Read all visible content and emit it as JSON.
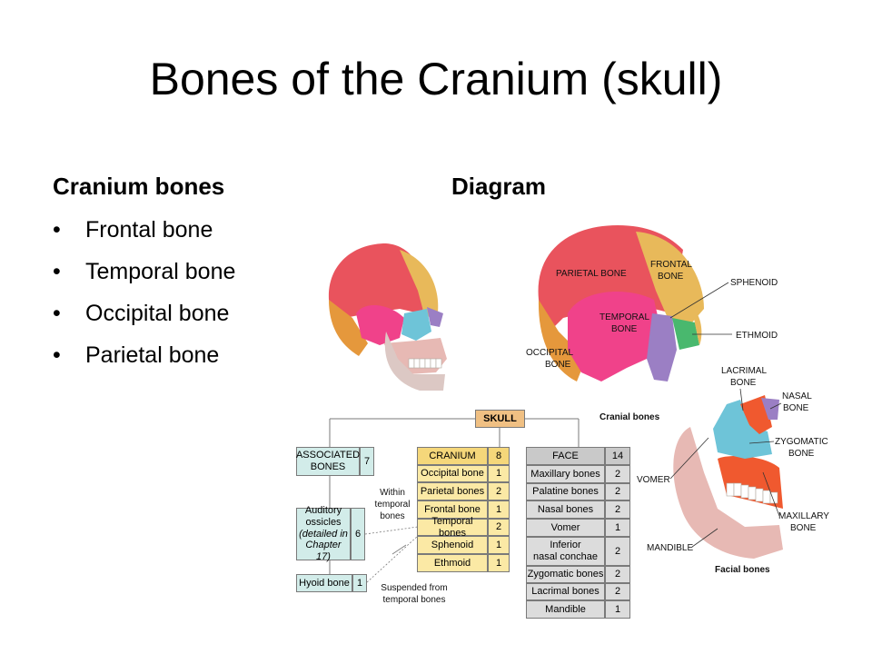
{
  "title": "Bones of the Cranium (skull)",
  "left_heading": "Cranium bones",
  "right_heading": "Diagram",
  "bullets": [
    "Frontal bone",
    "Temporal bone",
    "Occipital bone",
    "Parietal bone"
  ],
  "skull_labels": {
    "parietal": "PARIETAL BONE",
    "frontal_1": "FRONTAL",
    "frontal_2": "BONE",
    "sphenoid": "SPHENOID",
    "temporal_1": "TEMPORAL",
    "temporal_2": "BONE",
    "ethmoid": "ETHMOID",
    "occipital_1": "OCCIPITAL",
    "occipital_2": "BONE",
    "cranial_caption": "Cranial bones"
  },
  "face_labels": {
    "lacrimal_1": "LACRIMAL",
    "lacrimal_2": "BONE",
    "nasal_1": "NASAL",
    "nasal_2": "BONE",
    "zygomatic_1": "ZYGOMATIC",
    "zygomatic_2": "BONE",
    "vomer": "VOMER",
    "maxillary_1": "MAXILLARY",
    "maxillary_2": "BONE",
    "mandible": "MANDIBLE",
    "facial_caption": "Facial bones"
  },
  "chart": {
    "root": "SKULL",
    "associated": {
      "label_1": "ASSOCIATED",
      "label_2": "BONES",
      "count": "7"
    },
    "auditory": {
      "line_1": "Auditory",
      "line_2": "ossicles",
      "line_3": "(detailed in",
      "line_4": "Chapter 17)",
      "count": "6"
    },
    "hyoid": {
      "label": "Hyoid bone",
      "count": "1"
    },
    "within_note": [
      "Within",
      "temporal",
      "bones"
    ],
    "suspended_note": [
      "Suspended from",
      "temporal bones"
    ],
    "cranium": {
      "header": "CRANIUM",
      "count": "8",
      "rows": [
        {
          "name": "Occipital bone",
          "count": "1"
        },
        {
          "name": "Parietal bones",
          "count": "2"
        },
        {
          "name": "Frontal bone",
          "count": "1"
        },
        {
          "name": "Temporal bones",
          "count": "2"
        },
        {
          "name": "Sphenoid",
          "count": "1"
        },
        {
          "name": "Ethmoid",
          "count": "1"
        }
      ]
    },
    "face": {
      "header": "FACE",
      "count": "14",
      "rows": [
        {
          "name": "Maxillary bones",
          "count": "2"
        },
        {
          "name": "Palatine bones",
          "count": "2"
        },
        {
          "name": "Nasal bones",
          "count": "2"
        },
        {
          "name": "Vomer",
          "count": "1"
        },
        {
          "name": "Inferior nasal conchae",
          "line_1": "Inferior",
          "line_2": "nasal conchae",
          "count": "2"
        },
        {
          "name": "Zygomatic bones",
          "count": "2"
        },
        {
          "name": "Lacrimal bones",
          "count": "2"
        },
        {
          "name": "Mandible",
          "count": "1"
        }
      ]
    }
  },
  "colors": {
    "parietal": "#e9535d",
    "frontal": "#e8b95a",
    "occipital": "#e5983c",
    "temporal": "#f0428a",
    "sphenoid": "#9b7fc4",
    "ethmoid": "#49b86e",
    "zygomatic": "#6ec4d8",
    "maxillary": "#f0592f",
    "mandible": "#e7b9b4",
    "cranium_fill": "#fbe9a5",
    "face_fill": "#dcdcdc",
    "associated_fill": "#d2ece9",
    "skull_root_fill": "#f0c083"
  }
}
